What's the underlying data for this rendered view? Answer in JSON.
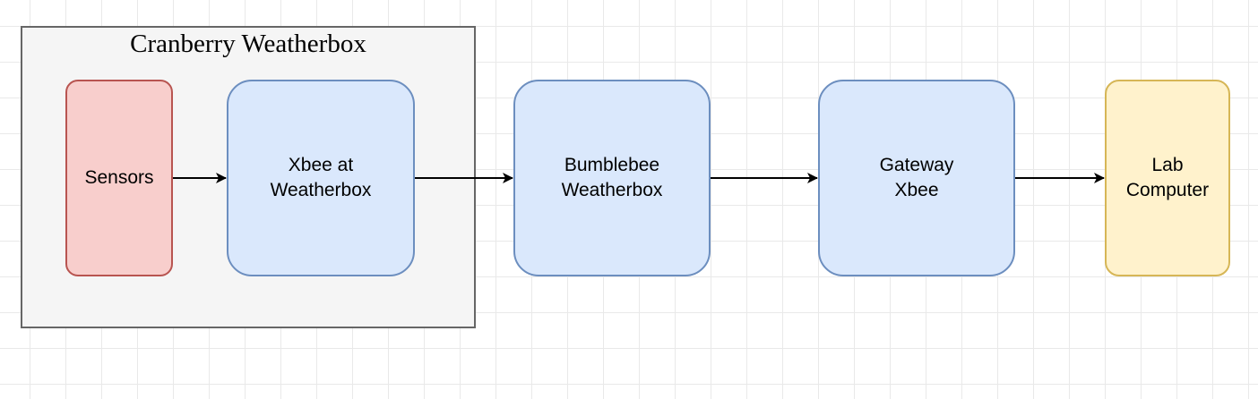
{
  "container": {
    "title": "Cranberry Weatherbox"
  },
  "nodes": {
    "sensors": "Sensors",
    "xbee_weatherbox": "Xbee at\nWeatherbox",
    "bumblebee": "Bumblebee\nWeatherbox",
    "gateway": "Gateway\nXbee",
    "lab_computer": "Lab\nComputer"
  },
  "edges": [
    {
      "from": "sensors",
      "to": "xbee_weatherbox"
    },
    {
      "from": "xbee_weatherbox",
      "to": "bumblebee"
    },
    {
      "from": "bumblebee",
      "to": "gateway"
    },
    {
      "from": "gateway",
      "to": "lab_computer"
    }
  ],
  "colors": {
    "container_fill": "#f5f5f5",
    "container_border": "#666666",
    "red_fill": "#f8cecc",
    "red_border": "#b85450",
    "blue_fill": "#dae8fc",
    "blue_border": "#6c8ebf",
    "yellow_fill": "#fff2cc",
    "yellow_border": "#d6b656",
    "arrow": "#000000"
  }
}
